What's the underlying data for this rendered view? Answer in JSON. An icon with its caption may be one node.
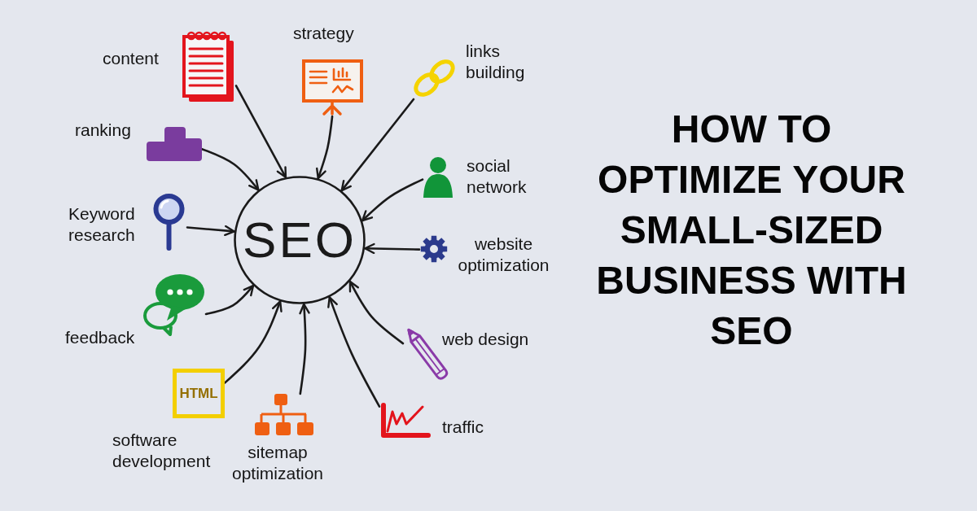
{
  "diagram": {
    "title": "HOW TO OPTIMIZE YOUR SMALL-SIZED BUSINESS WITH SEO",
    "nodes": [
      {
        "text": [],
        "shape": "picture",
        "beside": [
          "content"
        ]
      },
      {
        "text": [],
        "shape": "picture",
        "beside": [
          "strategy"
        ]
      },
      {
        "text": [],
        "shape": "picture",
        "beside": [
          "links building"
        ]
      },
      {
        "text": [],
        "shape": "picture",
        "beside": [
          "ranking"
        ]
      },
      {
        "text": [],
        "shape": "picture",
        "beside": [
          "social network"
        ]
      },
      {
        "text": [],
        "shape": "picture",
        "beside": [
          "Keyword research"
        ]
      },
      {
        "text": [
          "SEO"
        ]
      },
      {
        "text": [],
        "shape": "picture",
        "beside": [
          "website optimization"
        ]
      },
      {
        "text": [],
        "shape": "picture",
        "beside": [
          "feedback"
        ]
      },
      {
        "text": [],
        "shape": "picture",
        "beside": [
          "web design"
        ]
      },
      {
        "text": [
          "HTML"
        ],
        "beside": [
          "software development"
        ]
      },
      {
        "text": [],
        "shape": "picture",
        "beside": [
          "sitemap optimization"
        ]
      },
      {
        "text": [],
        "shape": "picture",
        "beside": [
          "traffic"
        ]
      }
    ],
    "edges": [
      {
        "from": 0,
        "to": 6,
        "arrow": "to"
      },
      {
        "from": 1,
        "to": 6,
        "arrow": "to"
      },
      {
        "from": 2,
        "to": 6,
        "arrow": "to"
      },
      {
        "from": 3,
        "to": 6,
        "arrow": "to"
      },
      {
        "from": 4,
        "to": 6,
        "arrow": "to"
      },
      {
        "from": 5,
        "to": 6,
        "arrow": "to"
      },
      {
        "from": 7,
        "to": 6,
        "arrow": "to"
      },
      {
        "from": 8,
        "to": 6,
        "arrow": "to"
      },
      {
        "from": 9,
        "to": 6,
        "arrow": "to"
      },
      {
        "from": 10,
        "to": 6,
        "arrow": "to"
      },
      {
        "from": 11,
        "to": 6,
        "arrow": "to"
      },
      {
        "from": 12,
        "to": 6,
        "arrow": "to"
      }
    ]
  }
}
